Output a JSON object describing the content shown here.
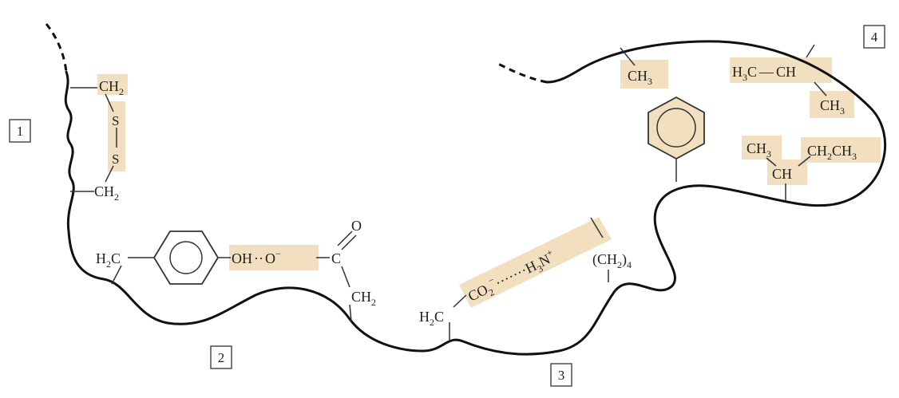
{
  "region_labels": [
    "1",
    "2",
    "3",
    "4"
  ],
  "region1_disulfide": {
    "top_group": "CH",
    "top_sub": "2",
    "s_upper": "S",
    "s_lower": "S",
    "bottom_group": "CH",
    "bottom_sub": "2"
  },
  "region2_hbond": {
    "ch2_group": "H",
    "ch2_sub": "2",
    "ch2_tail": "C",
    "oh_oxygen": "OH",
    "hbond_dots": "··",
    "o_minus": "O",
    "minus_sup": "−",
    "carbon": "C",
    "carbonyl_o": "O",
    "ch2_lower": "CH",
    "ch2_lower_sub": "2"
  },
  "region3_saltbridge": {
    "h2c_group": "H",
    "h2c_sub": "2",
    "h2c_tail": "C",
    "co2": "CO",
    "co2_sub": "2",
    "co2_sup": "−",
    "dots": "·······",
    "h3n": "H",
    "h3n_sub": "3",
    "h3n_n": "N",
    "h3n_sup": "+",
    "ch2_4_open": "(CH",
    "ch2_4_sub": "2",
    "ch2_4_close": ")",
    "ch2_4_count": "4"
  },
  "region4_hydrophobic": {
    "methyl": "CH",
    "methyl_sub": "3",
    "iso_h3c": "H",
    "iso_h3c_sub": "3",
    "iso_h3c_tail": "C",
    "iso_dash": "—",
    "iso_ch": "CH",
    "iso_ch3": "CH",
    "iso_ch3_sub": "3",
    "ile_ch3": "CH",
    "ile_ch3_sub": "3",
    "ile_ch2ch3": "CH",
    "ile_ch2ch3_sub": "2",
    "ile_ch2ch3_tail": "CH",
    "ile_ch2ch3_tail_sub": "3",
    "ile_ch": "CH"
  }
}
